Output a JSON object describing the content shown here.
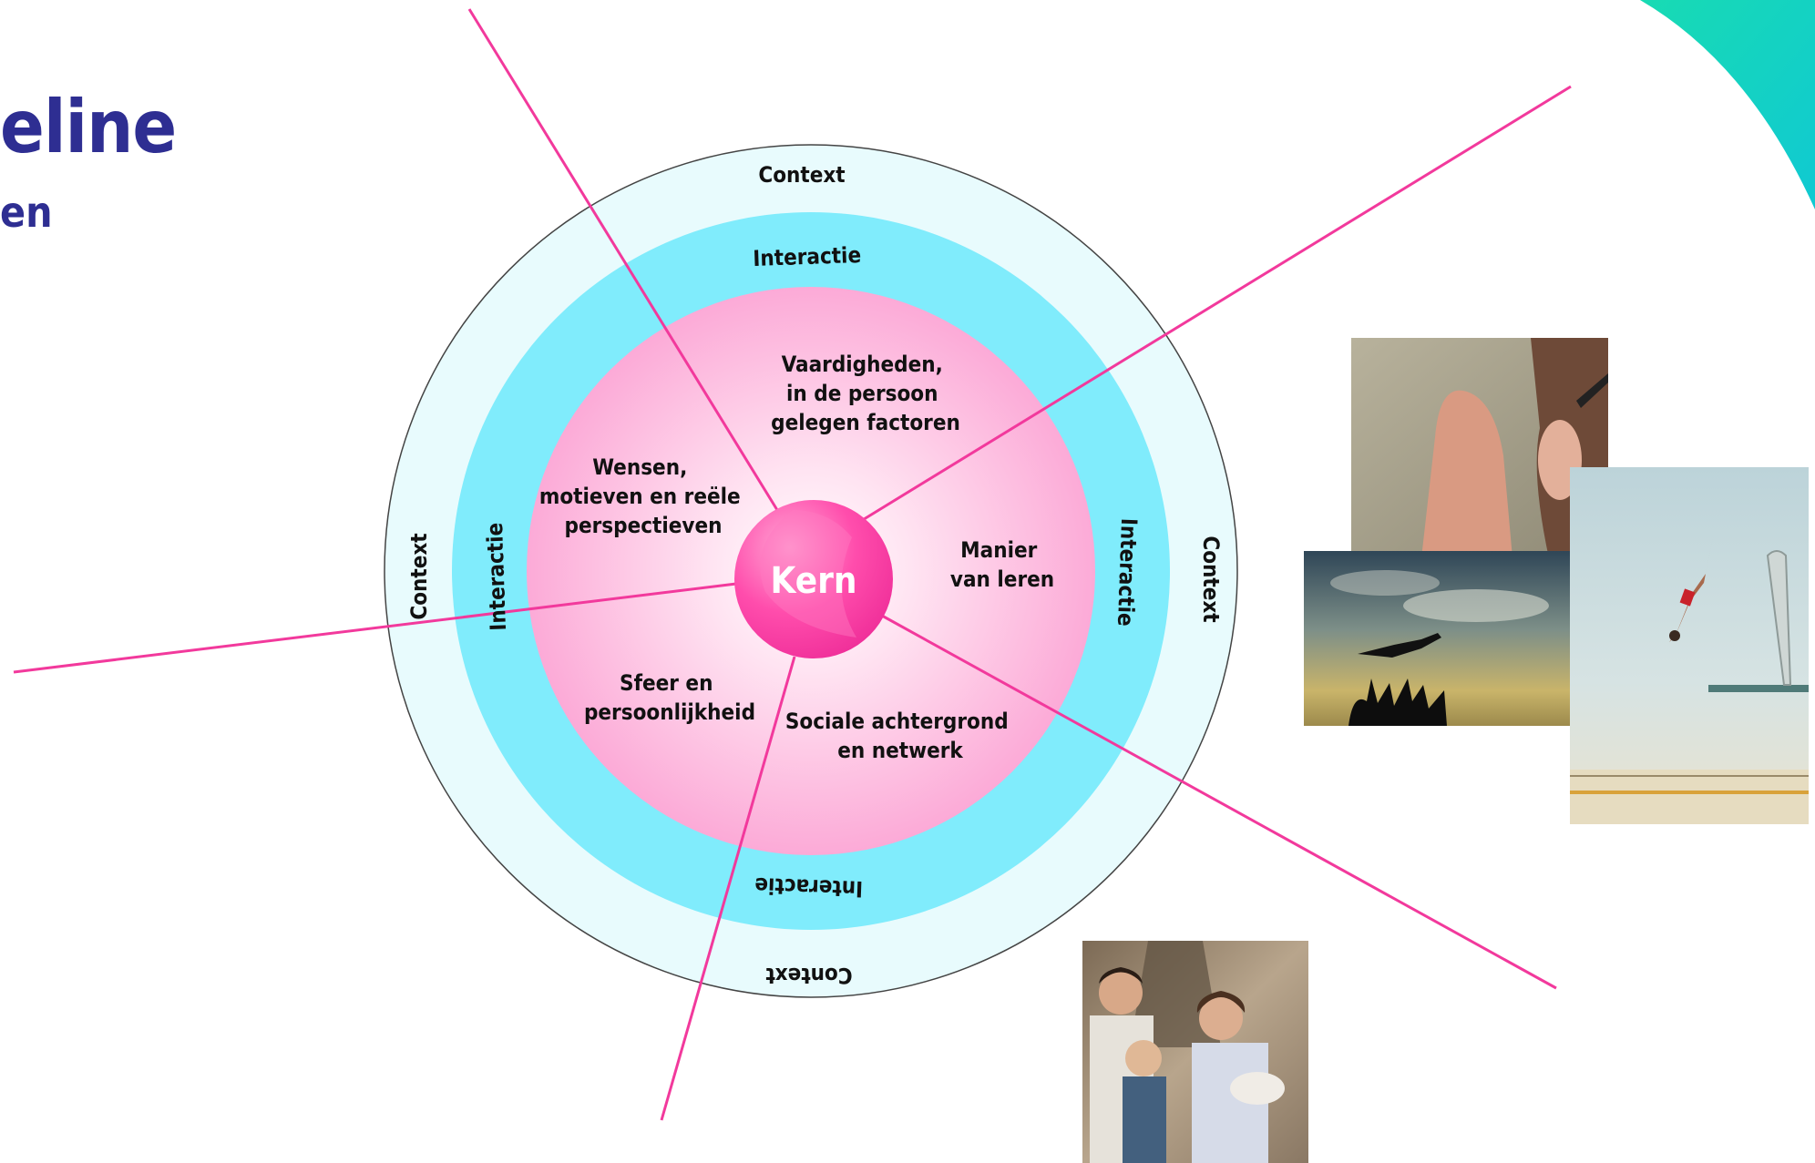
{
  "heading": {
    "title": "eline",
    "subtitle": "en"
  },
  "diagram": {
    "center": "Kern",
    "ring_labels": {
      "context_top": "Context",
      "context_bottom": "Context",
      "context_left": "Context",
      "context_right": "Context",
      "interaction_top": "Interactie",
      "interaction_bottom": "Interactie",
      "interaction_left": "Interactie",
      "interaction_right": "Interactie"
    },
    "segments": [
      [
        "Vaardigheden,",
        "in de persoon",
        "gelegen factoren"
      ],
      [
        "Wensen,",
        "motieven en reële",
        "perspectieven"
      ],
      [
        "Manier",
        "van leren"
      ],
      [
        "Sfeer en",
        "persoonlijkheid"
      ],
      [
        "Sociale achtergrond",
        "en netwerk"
      ]
    ]
  },
  "colors": {
    "title": "#2e2e92",
    "context_ring": "#e8fbfd",
    "interaction_ring": "#80ecfc",
    "core": "#ff4da9",
    "spoke": "#f2399c",
    "corner_accent": "#17d9b5"
  },
  "photos": [
    {
      "subject": "hand-behind-ear"
    },
    {
      "subject": "crowd-tossing-person"
    },
    {
      "subject": "diver-mid-air"
    },
    {
      "subject": "family-portrait"
    }
  ]
}
